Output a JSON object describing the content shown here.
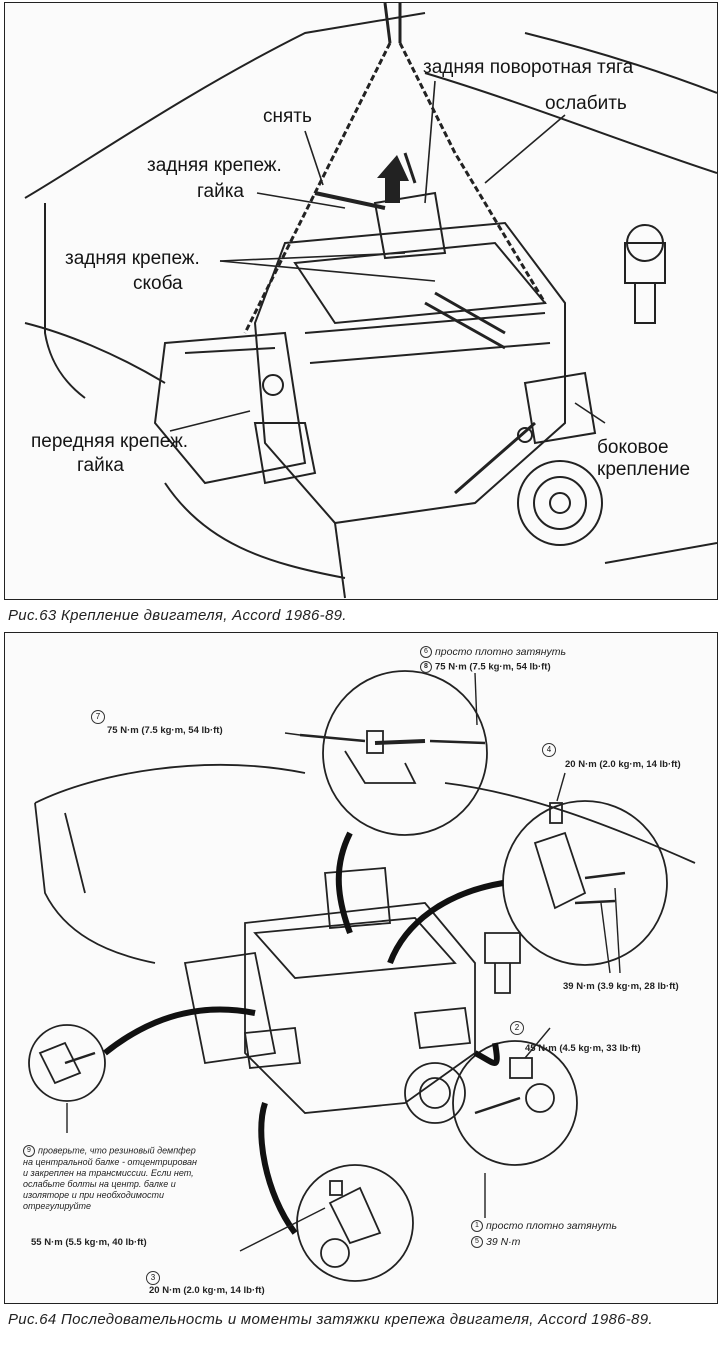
{
  "figure63": {
    "labels": {
      "rear_steering_rod": "задняя поворотная тяга",
      "loosen": "ослабить",
      "remove": "снять",
      "rear_mount_nut_1": "задняя крепеж.",
      "rear_mount_nut_2": "гайка",
      "rear_mount_bracket_1": "задняя крепеж.",
      "rear_mount_bracket_2": "скоба",
      "front_mount_nut_1": "передняя крепеж.",
      "front_mount_nut_2": "гайка",
      "side_mount_1": "боковое",
      "side_mount_2": "крепление"
    },
    "caption": "Рис.63  Крепление двигателя, Accord 1986-89."
  },
  "figure64": {
    "labels": {
      "step6_text": "просто плотно затянуть",
      "step8_text": "75 N·m (7.5 kg·m, 54 lb·ft)",
      "step7_text": "75 N·m (7.5 kg·m, 54 lb·ft)",
      "step4_text": "20 N·m (2.0 kg·m, 14 lb·ft)",
      "torque_39": "39 N·m (3.9 kg·m, 28 lb·ft)",
      "step2_text": "45 N·m (4.5 kg·m, 33 lb·ft)",
      "step9_note": "проверьте, что резиновый демпфер на центральной балке - отцентрирован и закреплен на трансмиссии. Если нет, ослабьте болты на центр. балке и изоляторе и при необходимости отрегулируйте",
      "torque_55": "55 N·m (5.5 kg·m, 40 lb·ft)",
      "step1_text": "просто плотно затянуть",
      "step5_text": "39 N·m",
      "step3_text": "20 N·m (2.0 kg·m, 14 lb·ft)"
    },
    "step_numbers": {
      "s1": "1",
      "s2": "2",
      "s3": "3",
      "s4": "4",
      "s5": "5",
      "s6": "6",
      "s7": "7",
      "s8": "8",
      "s9": "9"
    },
    "caption": "Рис.64  Последовательность и моменты затяжки крепежа двигателя, Accord 1986-89."
  }
}
